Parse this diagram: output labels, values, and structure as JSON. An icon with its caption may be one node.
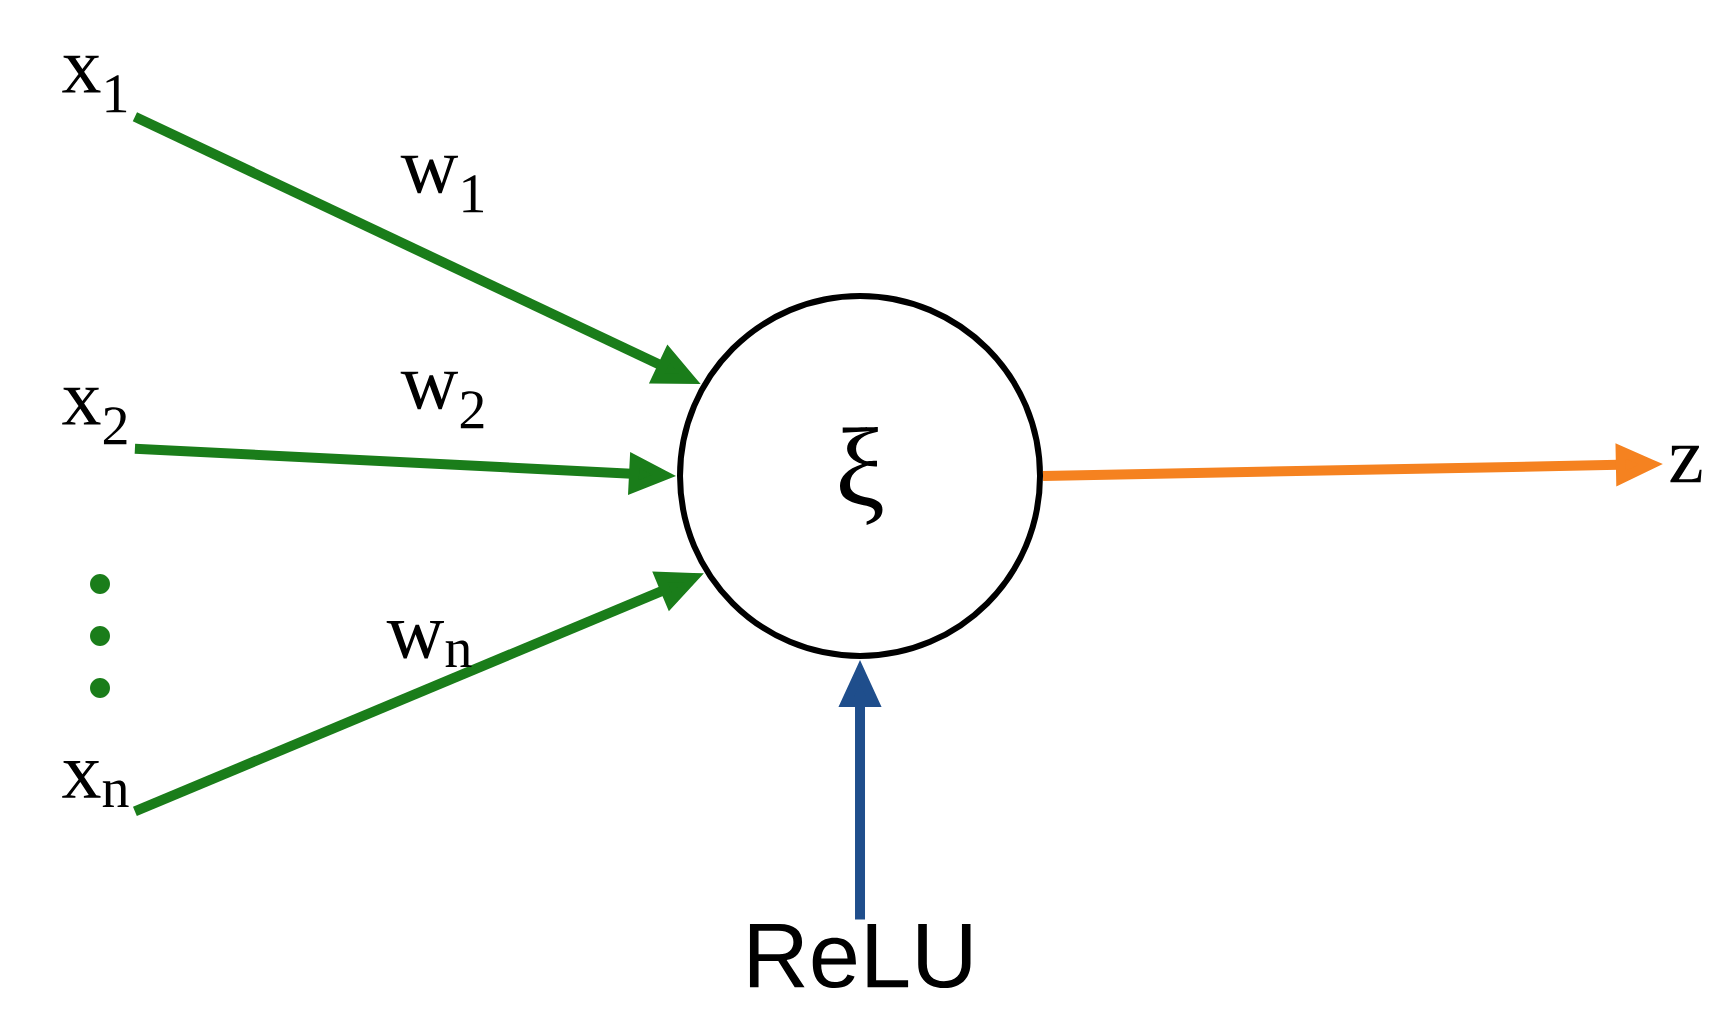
{
  "diagram": {
    "nodes": [
      {
        "text": [
          "x$_{1}$"
        ]
      },
      {
        "text": [
          "x$_{2}$"
        ]
      },
      {
        "text": [
          "x$_{n}$"
        ]
      },
      {
        "text": [
          "ξ"
        ]
      },
      {
        "text": [
          "z"
        ]
      },
      {
        "text": [
          "ReLU"
        ]
      }
    ],
    "edges": [
      {
        "from": 0,
        "to": 3,
        "arrow": "to",
        "label": "w$_{1}$"
      },
      {
        "from": 1,
        "to": 3,
        "arrow": "to",
        "label": "w$_{2}$"
      },
      {
        "from": 2,
        "to": 3,
        "arrow": "to",
        "label": "w$_{n}$"
      },
      {
        "from": 3,
        "to": 4,
        "arrow": "to",
        "color": "#f58220"
      },
      {
        "from": 5,
        "to": 3,
        "arrow": "to",
        "color": "#1f4e8c"
      }
    ]
  }
}
